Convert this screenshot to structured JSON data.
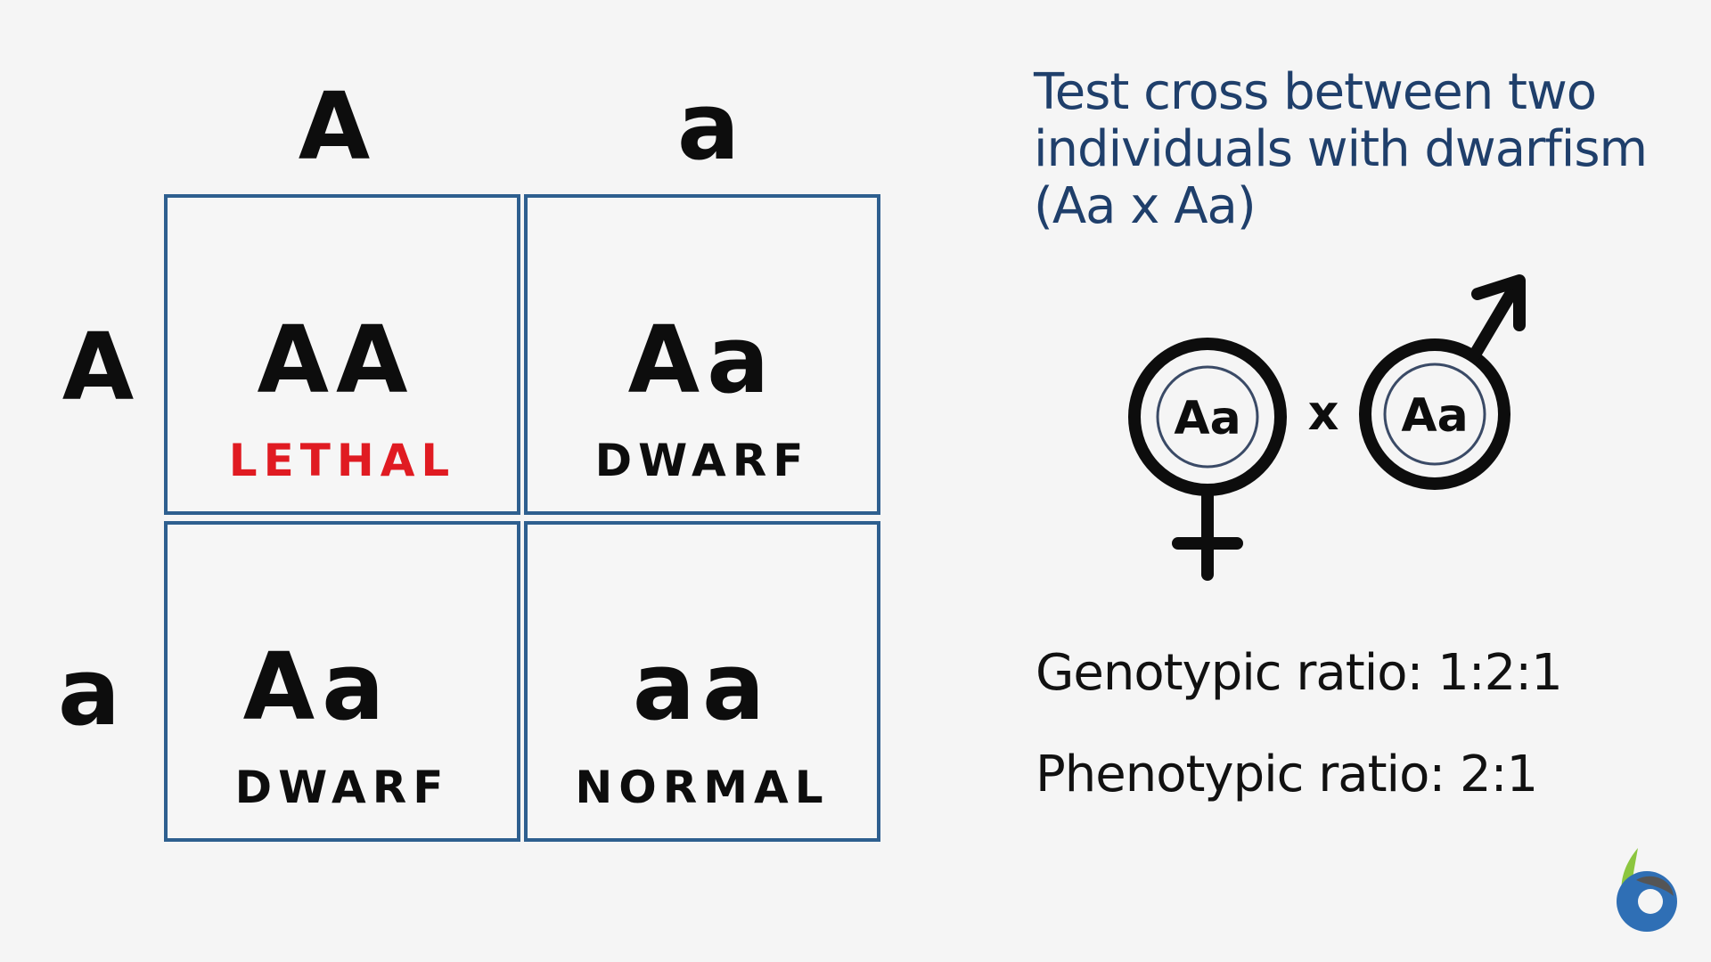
{
  "punnett": {
    "column_alleles": [
      "A",
      "a"
    ],
    "row_alleles": [
      "A",
      "a"
    ],
    "cells": [
      {
        "genotype": "AA",
        "phenotype": "LETHAL",
        "phenotype_color": "#e01b22"
      },
      {
        "genotype": "Aa",
        "phenotype": "DWARF",
        "phenotype_color": "#0d0d0d"
      },
      {
        "genotype": "Aa",
        "phenotype": "DWARF",
        "phenotype_color": "#0d0d0d"
      },
      {
        "genotype": "aa",
        "phenotype": "NORMAL",
        "phenotype_color": "#0d0d0d"
      }
    ],
    "border_color": "#2e5f8f"
  },
  "cross": {
    "title_lines": [
      "Test cross between two",
      "individuals with dwarfism",
      "(Aa x Aa)"
    ],
    "title_color": "#1f3f6b",
    "female_genotype": "Aa",
    "male_genotype": "Aa",
    "cross_symbol": "x",
    "female_icon": "female-symbol-icon",
    "male_icon": "male-symbol-icon"
  },
  "ratios": {
    "genotypic": "Genotypic ratio: 1:2:1",
    "phenotypic": "Phenotypic ratio: 2:1"
  },
  "logo": {
    "icon": "biology-dictionary-logo-icon",
    "colors": [
      "#8cc63f",
      "#2f6fb5",
      "#555555"
    ]
  }
}
